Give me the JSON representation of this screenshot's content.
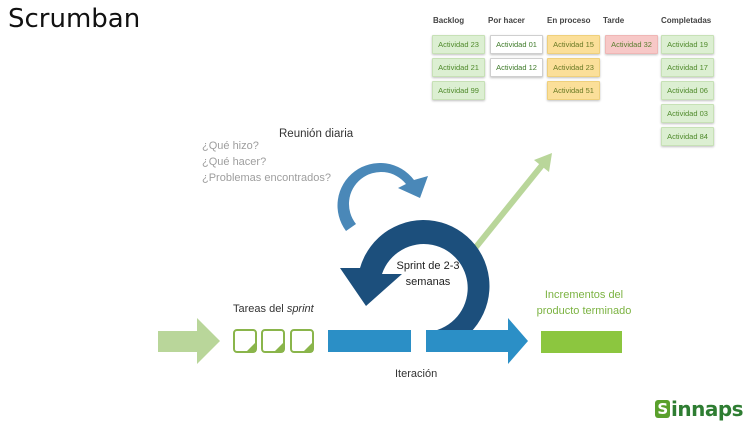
{
  "title": "Scrumban",
  "board": {
    "columns": [
      {
        "header": "Backlog",
        "cards": [
          "Actividad 23",
          "Actividad 21",
          "Actividad 99"
        ],
        "style": "green"
      },
      {
        "header": "Por hacer",
        "cards": [
          "Actividad 01",
          "Actividad 12"
        ],
        "style": "white"
      },
      {
        "header": "En proceso",
        "cards": [
          "Actividad 15",
          "Actividad 23",
          "Actividad 51"
        ],
        "style": "yellow"
      },
      {
        "header": "Tarde",
        "cards": [
          "Actividad 32"
        ],
        "style": "pink"
      },
      {
        "header": "Completadas",
        "cards": [
          "Actividad 19",
          "Actividad 17",
          "Actividad 06",
          "Actividad 03",
          "Actividad 84"
        ],
        "style": "green"
      }
    ]
  },
  "diagram": {
    "reunion_label": "Reunión diaria",
    "questions": [
      "¿Qué hizo?",
      "¿Qué hacer?",
      "¿Problemas encontrados?"
    ],
    "sprint_label": "Sprint de 2-3 semanas",
    "tareas_prefix": "Tareas del ",
    "tareas_italic": "sprint",
    "incrementos_label": "Incrementos del producto terminado",
    "iteracion_label": "Iteración"
  },
  "colors": {
    "dark_blue": "#1c4f7c",
    "mid_blue": "#2b8fc6",
    "light_blue": "#4a88b8",
    "light_green": "#b9d69a",
    "green_bar": "#8cc63f"
  },
  "logo": {
    "letter": "S",
    "rest": "innaps"
  }
}
